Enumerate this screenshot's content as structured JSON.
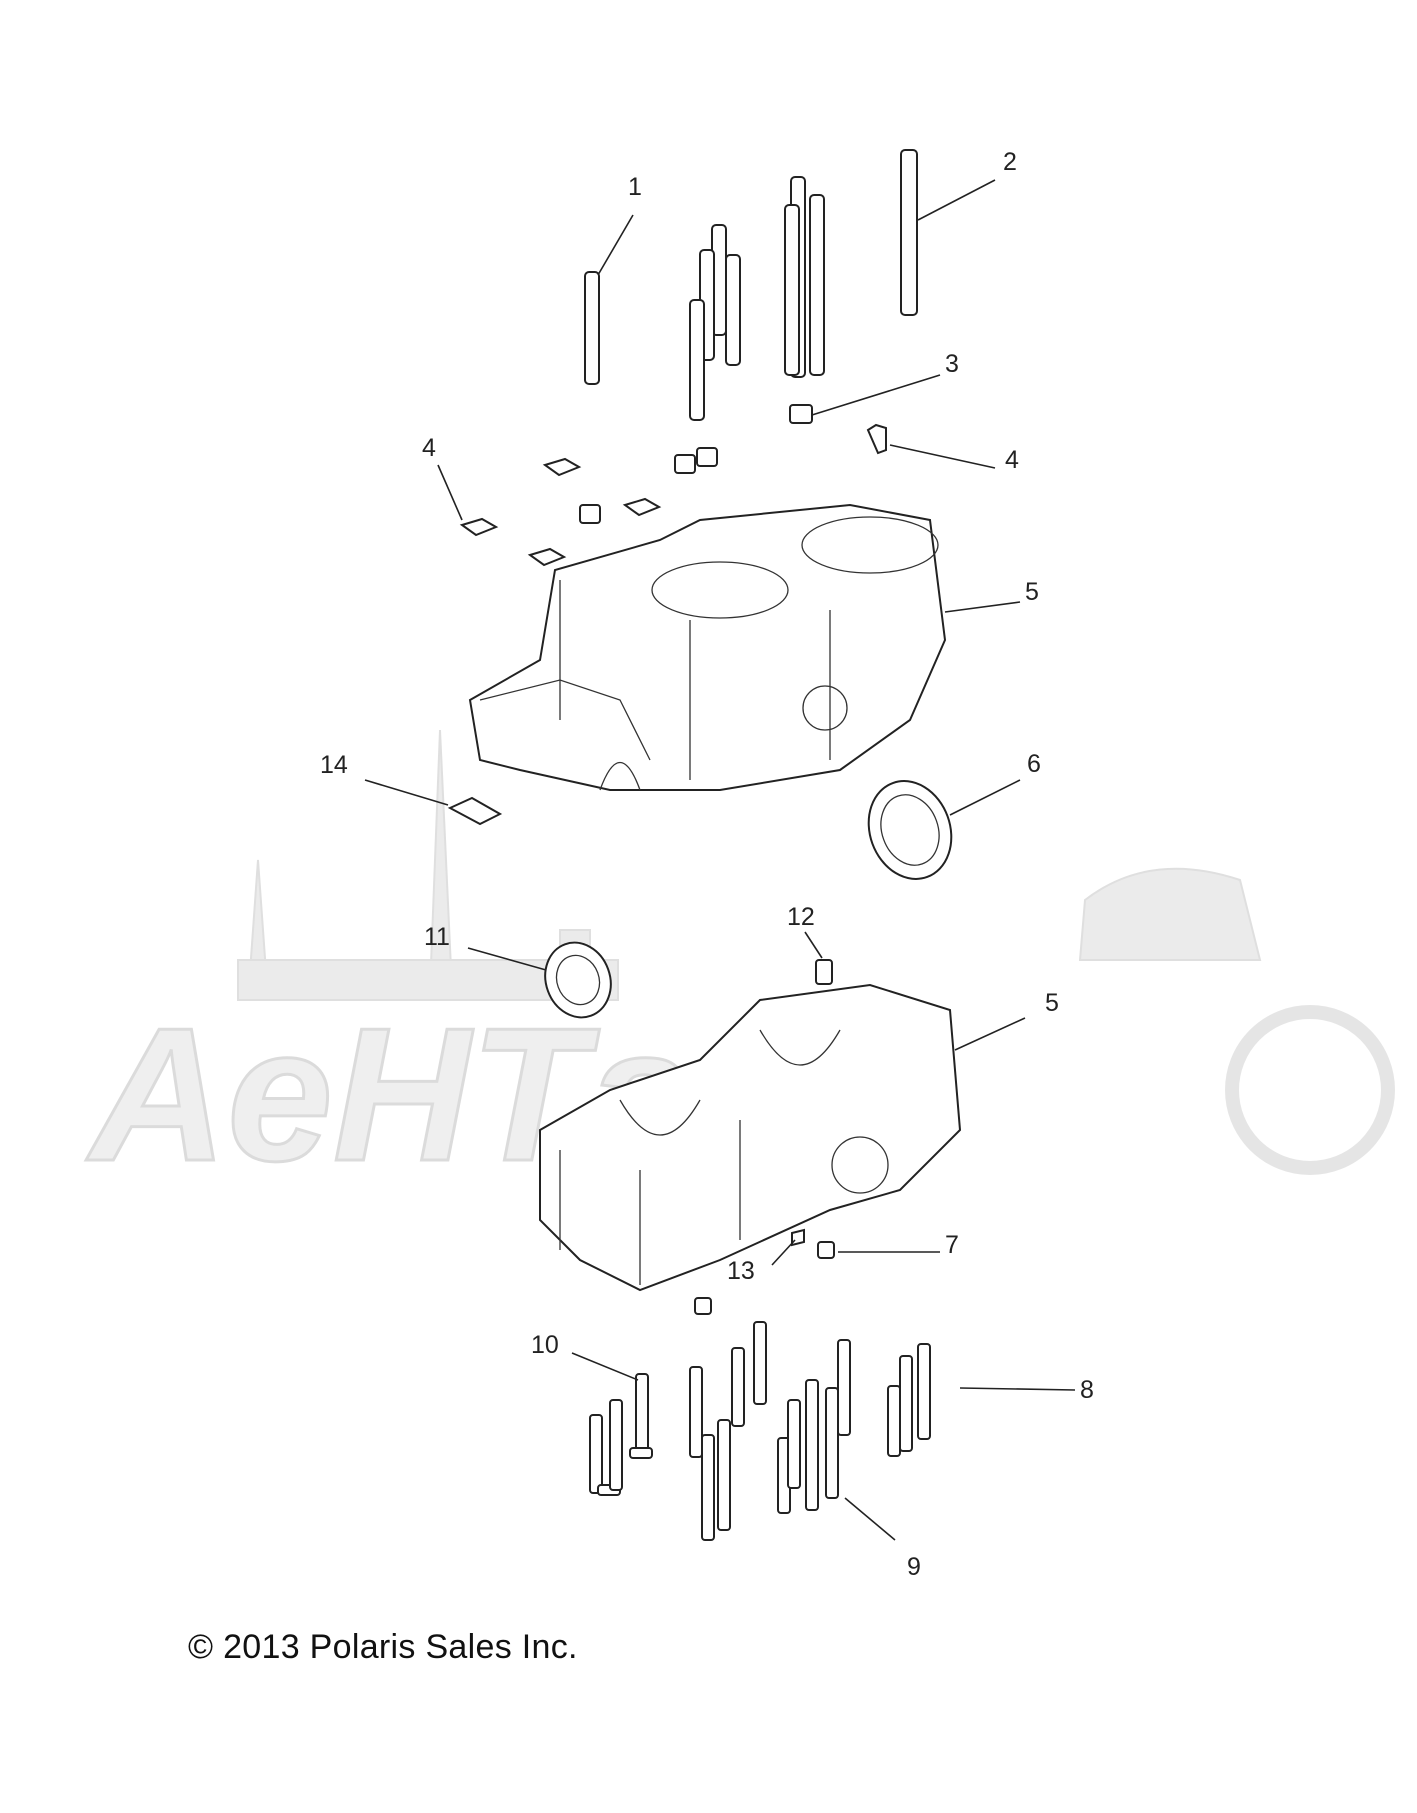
{
  "callouts": [
    {
      "id": "1",
      "label": "1"
    },
    {
      "id": "2",
      "label": "2"
    },
    {
      "id": "3",
      "label": "3"
    },
    {
      "id": "4a",
      "label": "4"
    },
    {
      "id": "4b",
      "label": "4"
    },
    {
      "id": "5a",
      "label": "5"
    },
    {
      "id": "6",
      "label": "6"
    },
    {
      "id": "14",
      "label": "14"
    },
    {
      "id": "11",
      "label": "11"
    },
    {
      "id": "12",
      "label": "12"
    },
    {
      "id": "5b",
      "label": "5"
    },
    {
      "id": "7",
      "label": "7"
    },
    {
      "id": "13",
      "label": "13"
    },
    {
      "id": "10",
      "label": "10"
    },
    {
      "id": "8",
      "label": "8"
    },
    {
      "id": "9",
      "label": "9"
    }
  ],
  "watermark": {
    "text": "AeHТаm"
  },
  "copyright": "© 2013 Polaris Sales Inc."
}
